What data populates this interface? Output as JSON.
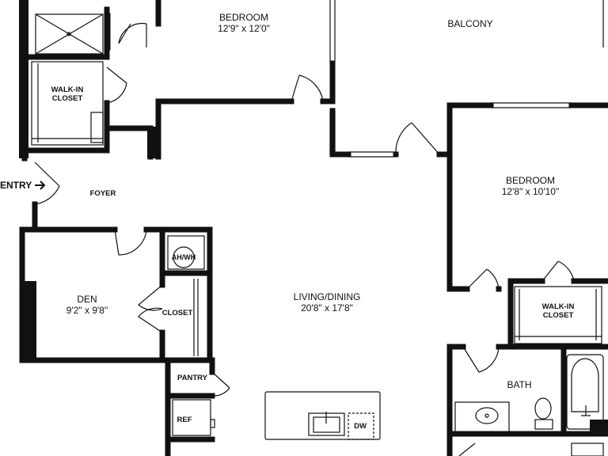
{
  "rooms": {
    "bedroom1": {
      "name": "BEDROOM",
      "size": "12'9\" x 12'0\""
    },
    "balcony": {
      "name": "BALCONY"
    },
    "bedroom2": {
      "name": "BEDROOM",
      "size": "12'8\" x 10'10\""
    },
    "living": {
      "name": "LIVING/DINING",
      "size": "20'8\" x 17'8\""
    },
    "den": {
      "name": "DEN",
      "size": "9'2\" x 9'8\""
    },
    "bath": {
      "name": "BATH"
    }
  },
  "labels": {
    "walkin1": [
      "WALK-IN",
      "CLOSET"
    ],
    "walkin2": [
      "WALK-IN",
      "CLOSET"
    ],
    "foyer": "FOYER",
    "entry": "ENTRY",
    "closet": "CLOSET",
    "ahwh": "AH/WH",
    "pantry": "PANTRY",
    "ref": "REF",
    "dw": "DW"
  },
  "icons": {
    "entry_arrow": "arrow-right-icon"
  },
  "colors": {
    "wall": "#111111",
    "background": "#ffffff"
  }
}
